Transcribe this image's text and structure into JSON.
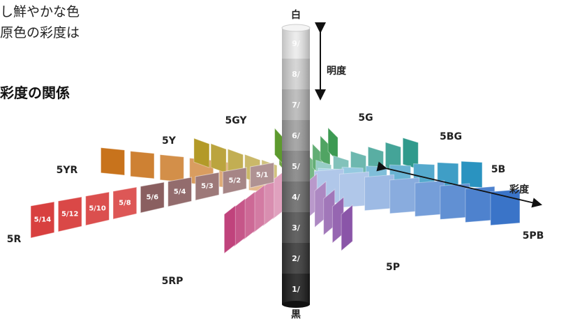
{
  "text_lines": [
    "し鮮やかな色",
    "原色の彩度は",
    "彩度の関係"
  ],
  "axis": {
    "top_label": "白",
    "bottom_label": "黒",
    "lightness_label": "明度",
    "saturation_label": "彩度",
    "steps": [
      "9/",
      "8/",
      "7/",
      "6/",
      "5/",
      "4/",
      "3/",
      "2/",
      "1/"
    ]
  },
  "hues": [
    {
      "name": "5R",
      "color": "#d8403f"
    },
    {
      "name": "5YR",
      "color": "#c8731c"
    },
    {
      "name": "5Y",
      "color": "#b39a28"
    },
    {
      "name": "5GY",
      "color": "#5d9a2e"
    },
    {
      "name": "5G",
      "color": "#3c9a52"
    },
    {
      "name": "5BG",
      "color": "#2f9a8c"
    },
    {
      "name": "5B",
      "color": "#2a93c0"
    },
    {
      "name": "5PB",
      "color": "#3a74c8"
    },
    {
      "name": "5P",
      "color": "#8a55a8"
    },
    {
      "name": "5RP",
      "color": "#c0437c"
    }
  ],
  "red_chips": [
    "5/14",
    "5/12",
    "5/10",
    "5/8",
    "5/6",
    "5/4",
    "5/3",
    "5/2",
    "5/1"
  ]
}
